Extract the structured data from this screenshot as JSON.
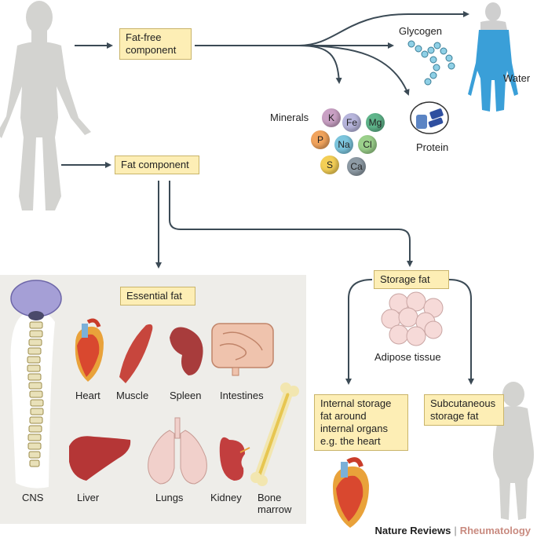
{
  "boxes": {
    "fat_free": "Fat-free component",
    "fat": "Fat component",
    "essential": "Essential fat",
    "storage": "Storage fat",
    "internal": "Internal storage fat around internal organs e.g. the heart",
    "subcutaneous": "Subcutaneous storage fat"
  },
  "labels": {
    "glycogen": "Glycogen",
    "water": "Water",
    "minerals": "Minerals",
    "protein": "Protein",
    "adipose": "Adipose tissue"
  },
  "ions": [
    {
      "symbol": "K",
      "color": "#c9a0c4"
    },
    {
      "symbol": "Fe",
      "color": "#b7b5dc"
    },
    {
      "symbol": "Mg",
      "color": "#5fb58b"
    },
    {
      "symbol": "P",
      "color": "#f1a35c"
    },
    {
      "symbol": "Na",
      "color": "#7cc5dd"
    },
    {
      "symbol": "Cl",
      "color": "#9bd08b"
    },
    {
      "symbol": "S",
      "color": "#f4cf56"
    },
    {
      "symbol": "Ca",
      "color": "#8d9aa4"
    }
  ],
  "organs": {
    "heart": "Heart",
    "muscle": "Muscle",
    "spleen": "Spleen",
    "intestines": "Intestines",
    "cns": "CNS",
    "liver": "Liver",
    "lungs": "Lungs",
    "kidney": "Kidney",
    "bone_marrow": "Bone marrow"
  },
  "footer": {
    "journal": "Nature Reviews",
    "separator": "|",
    "subject": "Rheumatology"
  },
  "colors": {
    "box_fill": "#fdeeb5",
    "arrow": "#3b4a55",
    "water": "#3a9fd8",
    "panel": "#eeede9",
    "silhouette": "#d3d3d0"
  }
}
